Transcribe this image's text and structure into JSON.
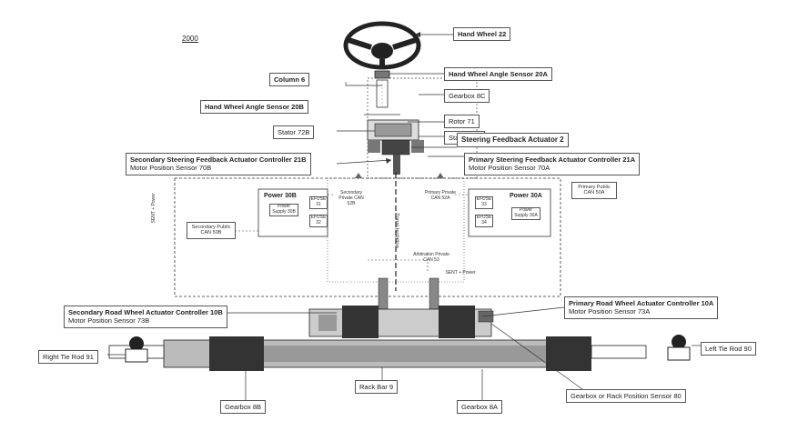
{
  "figure_number": "2000",
  "labels": {
    "hand_wheel": "Hand Wheel 22",
    "hwas_a": "Hand Wheel Angle Sensor 20A",
    "column": "Column 6",
    "gearbox_8c": "Gearbox 8C",
    "hwas_b": "Hand Wheel Angle Sensor 20B",
    "rotor": "Rotor 71",
    "stator_72b": "Stator 72B",
    "stator_72a": "Stator 72A",
    "sfa": "Steering Feedback Actuator 2",
    "sec_sfac_title": "Secondary Steering Feedback Actuator Controller 21B",
    "sec_sfac_sub": "Motor Position Sensor 70B",
    "pri_sfac_title": "Primary Steering Feedback Actuator Controller 21A",
    "pri_sfac_sub": "Motor Position Sensor 70A",
    "sec_rwac_title": "Secondary Road Wheel Actuator Controller 10B",
    "sec_rwac_sub": "Motor Position Sensor 73B",
    "pri_rwac_title": "Primary Road Wheel Actuator Controller 10A",
    "pri_rwac_sub": "Motor Position Sensor 73A",
    "right_tie_rod": "Right Tie Rod 91",
    "left_tie_rod": "Left Tie Rod 90",
    "rack_bar": "Rack Bar 9",
    "gearbox_8b": "Gearbox 8B",
    "gearbox_8a": "Gearbox 8A",
    "rack_sensor": "Gearbox or Rack Position Sensor 80"
  },
  "blocks": {
    "power_30b": "Power 30B",
    "power_30a": "Power 30A",
    "efuse_31": "EFUSE 31",
    "efuse_32": "EFUSE 32",
    "efuse_33": "EFUSE 33",
    "efuse_34": "EFUSE 34",
    "power_supply_30b": "Power Supply 30B",
    "power_supply_30a": "Power Supply 30A",
    "secondary_public_can": "Secondary Public CAN 50B",
    "primary_public_can": "Primary Public CAN 50A",
    "secondary_private_can": "Secondary Private CAN 52B",
    "primary_private_can": "Primary Private CAN 52A",
    "arbitration_can": "Arbitration Private CAN 53",
    "zonal_isolation": "Zonal Isolation",
    "side_label": "SENT + Power",
    "sent_power": "SENT + Power"
  }
}
